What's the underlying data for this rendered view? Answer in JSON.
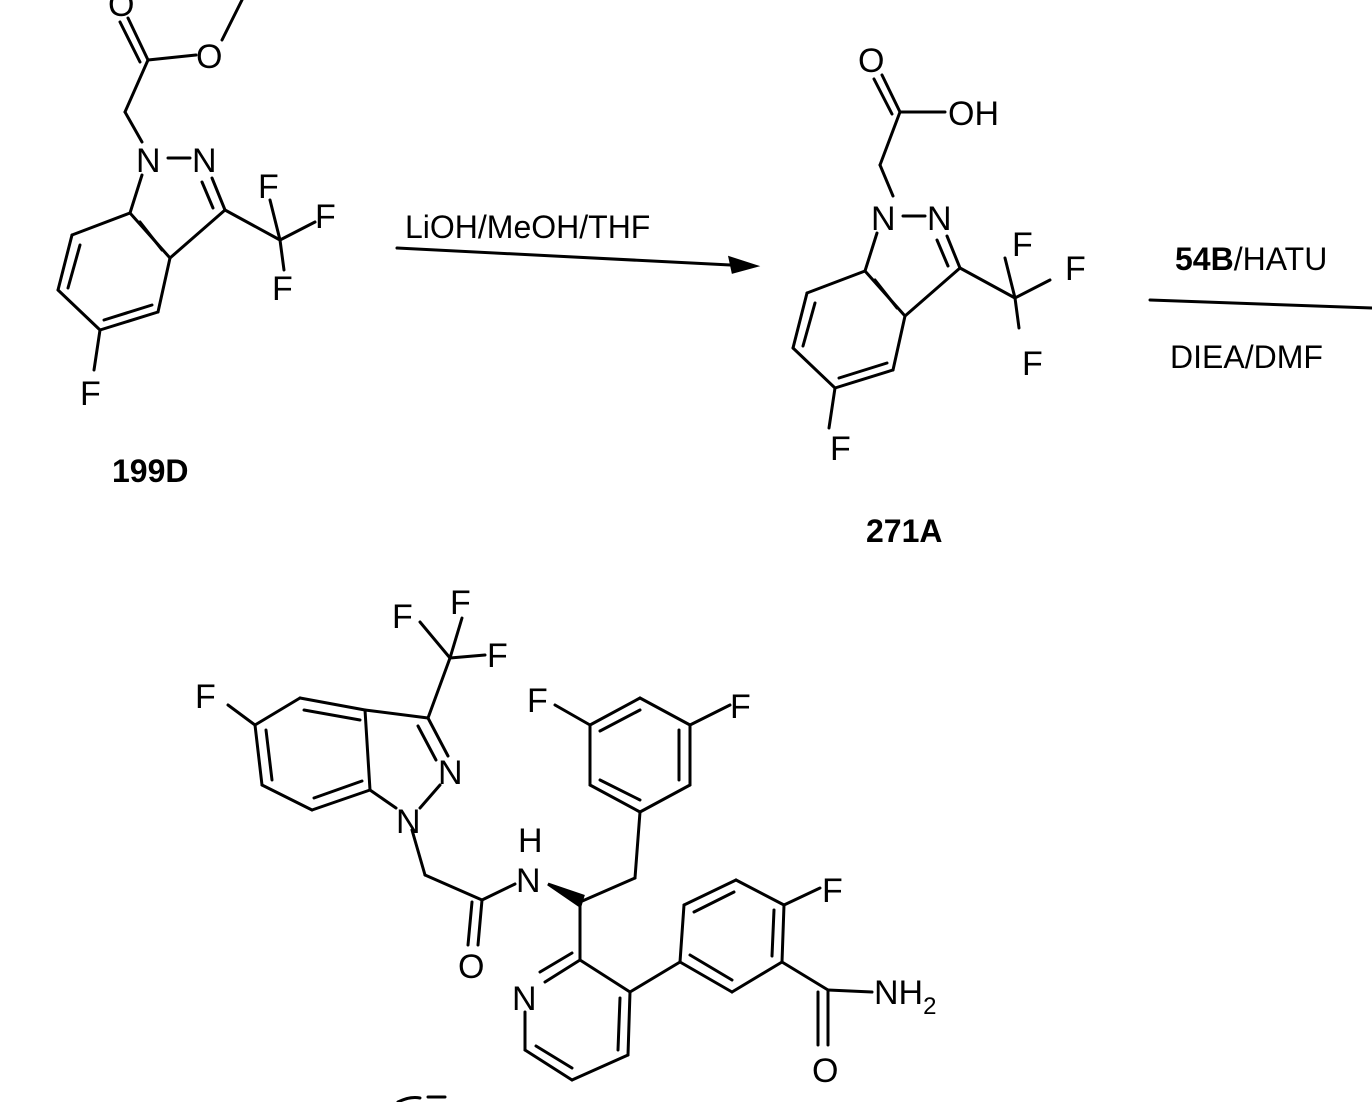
{
  "scheme": {
    "step1": {
      "reagents": "LiOH/MeOH/THF"
    },
    "step2": {
      "reagent_bold": "54B",
      "reagents_top": "/HATU",
      "reagents_bottom": "DIEA/DMF"
    },
    "compounds": [
      {
        "label": "199D",
        "atoms": {
          "o_carbonyl": "O",
          "o_ester": "O",
          "n1": "N",
          "n2": "N",
          "f1": "F",
          "f2": "F",
          "f3": "F",
          "f_ring": "F"
        }
      },
      {
        "label": "271A",
        "atoms": {
          "o_carbonyl": "O",
          "oh": "OH",
          "n1": "N",
          "n2": "N",
          "f1": "F",
          "f2": "F",
          "f3": "F",
          "f_ring": "F"
        }
      },
      {
        "atoms": {
          "f1": "F",
          "f2": "F",
          "f3": "F",
          "f_ring": "F",
          "n1": "N",
          "n2": "N",
          "nh_n": "N",
          "nh_h": "H",
          "o_amide": "O",
          "f_aryl1": "F",
          "f_aryl2": "F",
          "n_pyr": "N",
          "f_benz": "F",
          "nh2": "NH",
          "nh2_sub": "2",
          "o_amide2": "O"
        }
      }
    ]
  }
}
